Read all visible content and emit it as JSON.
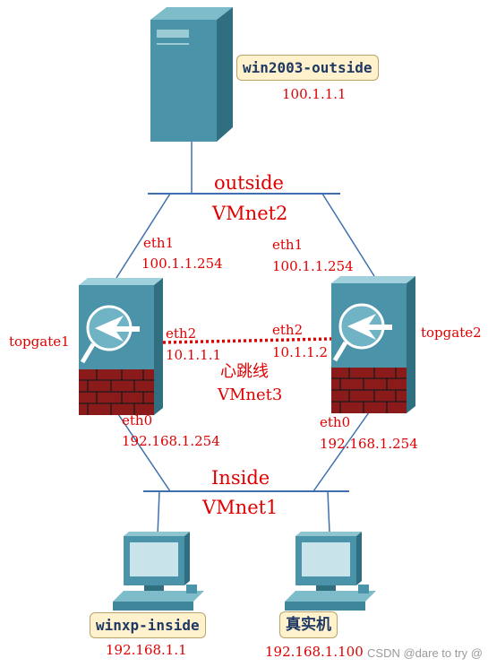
{
  "nodes": {
    "server": {
      "name": "win2003-outside",
      "ip": "100.1.1.1"
    },
    "gw1": {
      "name": "topgate1"
    },
    "gw2": {
      "name": "topgate2"
    },
    "client1": {
      "name": "winxp-inside",
      "ip": "192.168.1.1"
    },
    "client2": {
      "name": "真实机",
      "ip": "192.168.1.100"
    }
  },
  "networks": {
    "outside": {
      "name": "outside",
      "vmnet": "VMnet2"
    },
    "heartbeat": {
      "name": "心跳线",
      "vmnet": "VMnet3"
    },
    "inside": {
      "name": "Inside",
      "vmnet": "VMnet1"
    }
  },
  "interfaces": {
    "gw1_eth1": {
      "name": "eth1",
      "ip": "100.1.1.254"
    },
    "gw2_eth1": {
      "name": "eth1",
      "ip": "100.1.1.254"
    },
    "gw1_eth2": {
      "name": "eth2",
      "ip": "10.1.1.1"
    },
    "gw2_eth2": {
      "name": "eth2",
      "ip": "10.1.1.2"
    },
    "gw1_eth0": {
      "name": "eth0",
      "ip": "192.168.1.254"
    },
    "gw2_eth0": {
      "name": "eth0",
      "ip": "192.168.1.254"
    }
  },
  "watermark": "CSDN @dare to try @",
  "colors": {
    "label": "#e00000",
    "link": "#3f6fae",
    "heartbeat": "#e00000",
    "device": "#4a93a9",
    "firewall_brick": "#8b1a1a"
  }
}
